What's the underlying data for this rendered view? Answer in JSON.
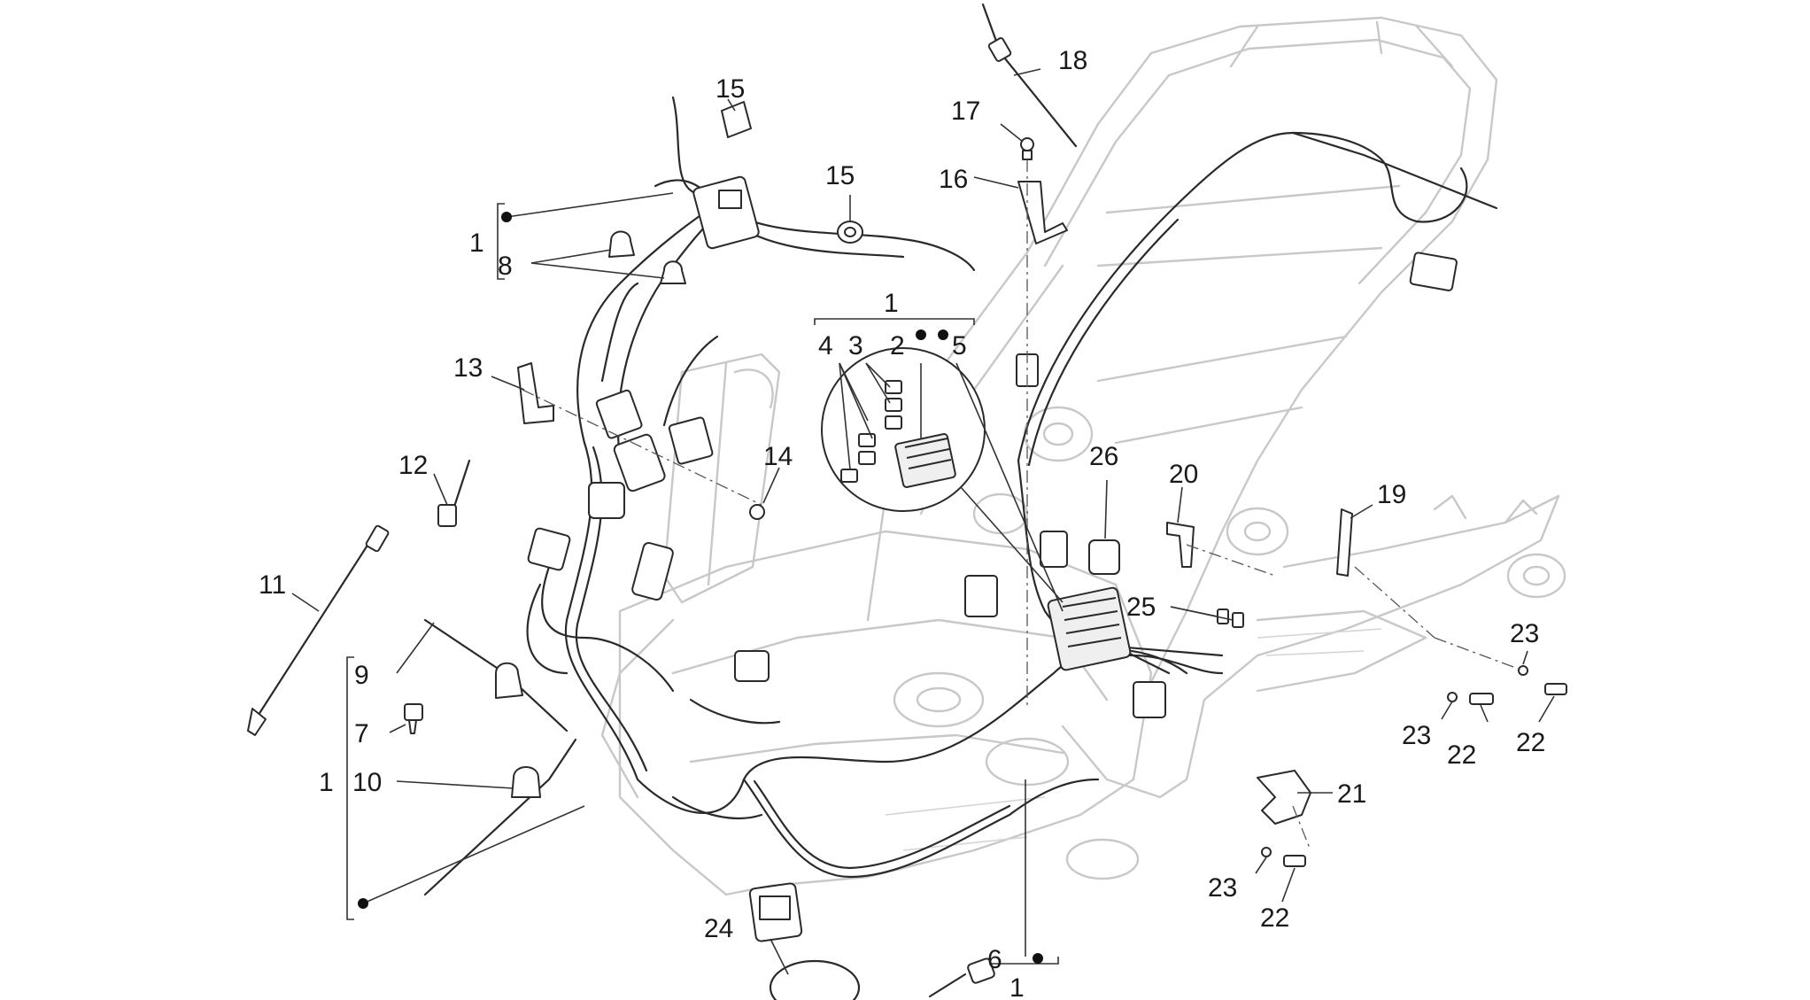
{
  "diagram": {
    "labels": {
      "l1_top": "1",
      "l1_mid": "1",
      "l1_left": "1",
      "l1_bottom": "1",
      "l2": "2",
      "l3": "3",
      "l4": "4",
      "l5": "5",
      "l6": "6",
      "l7": "7",
      "l8": "8",
      "l9": "9",
      "l10": "10",
      "l11": "11",
      "l12": "12",
      "l13": "13",
      "l14": "14",
      "l15a": "15",
      "l15b": "15",
      "l16": "16",
      "l17": "17",
      "l18": "18",
      "l19": "19",
      "l20": "20",
      "l21": "21",
      "l22a": "22",
      "l22b": "22",
      "l22c": "22",
      "l23a": "23",
      "l23b": "23",
      "l23c": "23",
      "l24": "24",
      "l25": "25",
      "l26": "26"
    }
  }
}
